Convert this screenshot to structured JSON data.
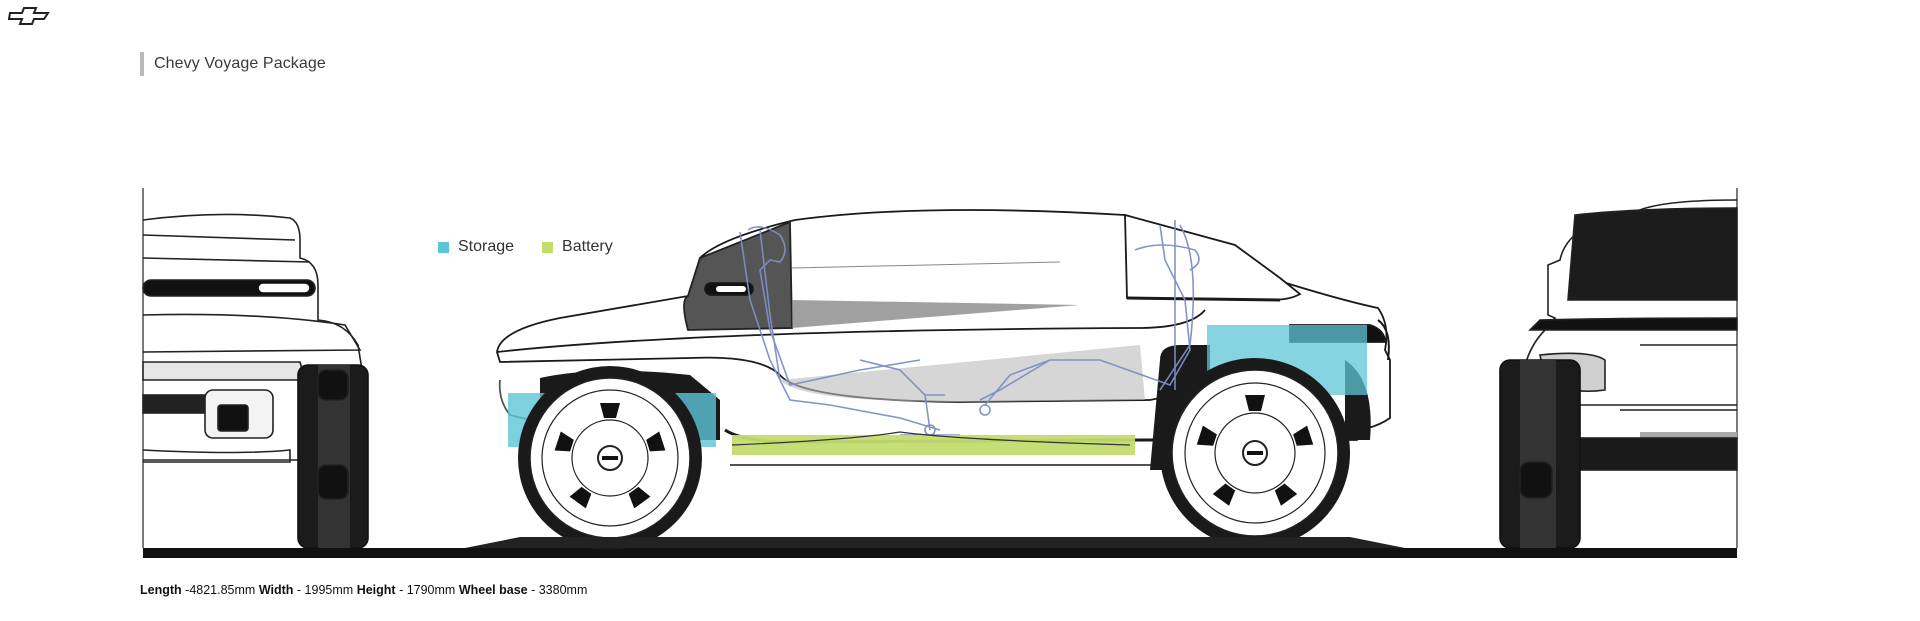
{
  "title": "Chevy Voyage Package",
  "legend": [
    {
      "label": "Storage",
      "color": "#5cc6d6"
    },
    {
      "label": "Battery",
      "color": "#c3dc6e"
    }
  ],
  "specs": [
    {
      "label": "Length",
      "value": "-4821.85mm"
    },
    {
      "label": "Width",
      "value": "- 1995mm"
    },
    {
      "label": "Height",
      "value": "- 1790mm"
    },
    {
      "label": "Wheel base",
      "value": "- 3380mm"
    }
  ],
  "colors": {
    "storage": "#5cc6d6",
    "battery": "#c3dc6e",
    "occupant_sketch": "#7d8fc4",
    "ground": "#111111",
    "tire": "#1a1a1a"
  },
  "icons": {
    "logo": "chevrolet-bowtie-icon"
  }
}
